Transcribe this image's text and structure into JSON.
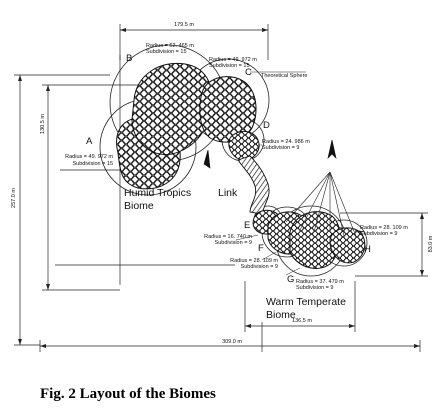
{
  "figure": {
    "caption": "Fig. 2 Layout of the Biomes",
    "dimensions": {
      "top_width": "179.5 m",
      "left_height": "130.5 m",
      "total_height": "257.0 m",
      "right_height": "83.0 m",
      "warm_width": "136.5 m",
      "total_width": "309.0 m"
    },
    "spheres": [
      {
        "letter": "A",
        "radius": "Radius = 49. 972 m",
        "subdivision": "Subdivision = 15"
      },
      {
        "letter": "B",
        "radius": "Radius = 62. 465 m",
        "subdivision": "Subdivision = 15"
      },
      {
        "letter": "C",
        "radius": "Radius = 49. 972 m",
        "subdivision": "Subdivision = 15"
      },
      {
        "letter": "D",
        "radius": "Radius = 24. 986 m",
        "subdivision": "Subdivision = 9"
      },
      {
        "letter": "E",
        "radius": "Radius = 16. 740 m",
        "subdivision": "Subdivision = 9"
      },
      {
        "letter": "F",
        "radius": "Radius = 28. 109 m",
        "subdivision": "Subdivision = 9"
      },
      {
        "letter": "G",
        "radius": "Radius = 37. 479 m",
        "subdivision": "Subdivision = 9"
      },
      {
        "letter": "H",
        "radius": "Radius = 28. 109 m",
        "subdivision": "Subdivision = 9"
      }
    ],
    "theoretical_sphere": "Theoretical Sphere",
    "humid_tropics": [
      "Humid Tropics",
      "Biome"
    ],
    "link": "Link",
    "warm_temperate": [
      "Warm Temperate",
      "Biome"
    ]
  }
}
